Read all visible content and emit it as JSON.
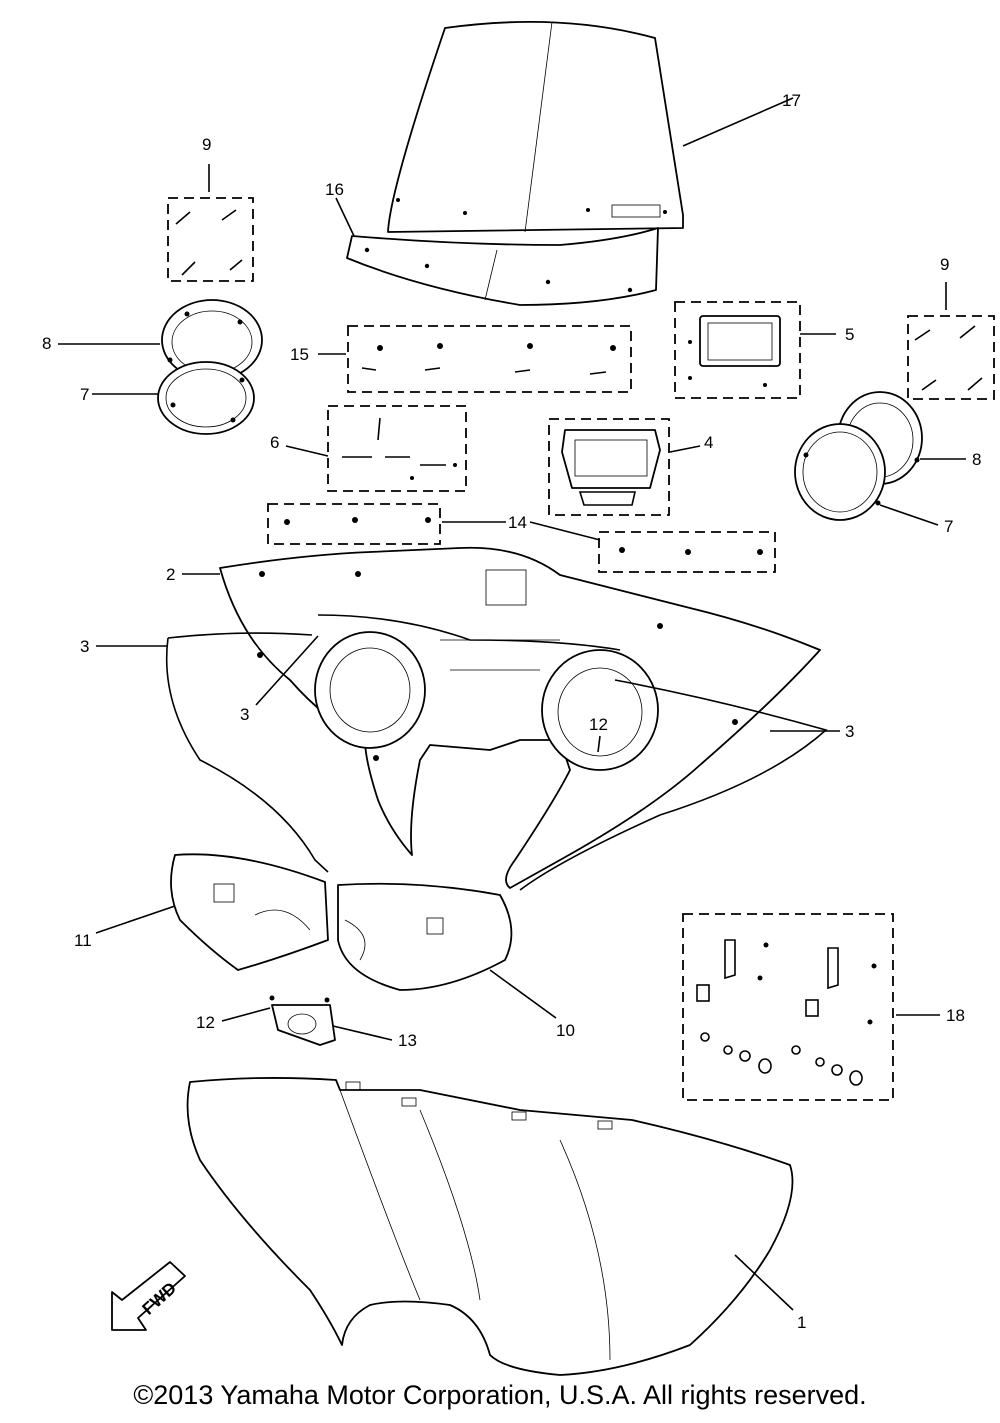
{
  "callouts": {
    "c1": "1",
    "c2": "2",
    "c3a": "3",
    "c3b": "3",
    "c3c": "3",
    "c4": "4",
    "c5": "5",
    "c6": "6",
    "c7a": "7",
    "c7b": "7",
    "c8a": "8",
    "c8b": "8",
    "c9a": "9",
    "c9b": "9",
    "c10": "10",
    "c11": "11",
    "c12a": "12",
    "c12b": "12",
    "c13": "13",
    "c14": "14",
    "c15": "15",
    "c16": "16",
    "c17": "17",
    "c18": "18"
  },
  "fwd_label": "FWD",
  "copyright": "©2013 Yamaha Motor Corporation, U.S.A. All rights reserved."
}
